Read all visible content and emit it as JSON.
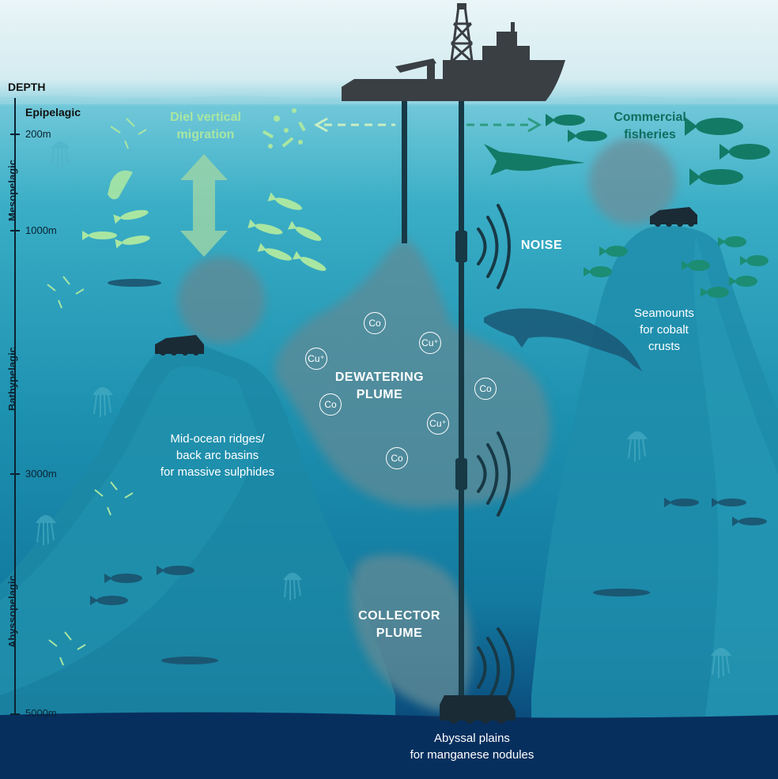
{
  "depth_axis": {
    "title": "DEPTH",
    "zones": [
      "Epipelagic",
      "Mesopelagic",
      "Bathypelagic",
      "Abyssopelagic"
    ],
    "ticks": [
      "200m",
      "1000m",
      "3000m",
      "5000m"
    ]
  },
  "labels": {
    "diel_migration": [
      "Diel vertical",
      "migration"
    ],
    "commercial_fisheries": [
      "Commercial",
      "fisheries"
    ],
    "noise": "NOISE",
    "dewatering_plume": [
      "DEWATERING",
      "PLUME"
    ],
    "collector_plume": [
      "COLLECTOR",
      "PLUME"
    ],
    "seamounts": [
      "Seamounts",
      "for cobalt",
      "crusts"
    ],
    "ridges": [
      "Mid-ocean ridges/",
      "back arc basins",
      "for massive sulphides"
    ],
    "abyssal": [
      "Abyssal plains",
      "for manganese nodules"
    ]
  },
  "chemicals": [
    "Co",
    "Cu⁺",
    "Cu⁺",
    "Co",
    "Co",
    "Cu⁺",
    "Co"
  ],
  "colors": {
    "surface": "#eaf5f7",
    "deep_water": "#072e5c",
    "ship": "#3a3f43",
    "plume": "#4f7d8a",
    "migration_green": "#a9e6a2",
    "fisheries_teal": "#0f6e5f"
  }
}
